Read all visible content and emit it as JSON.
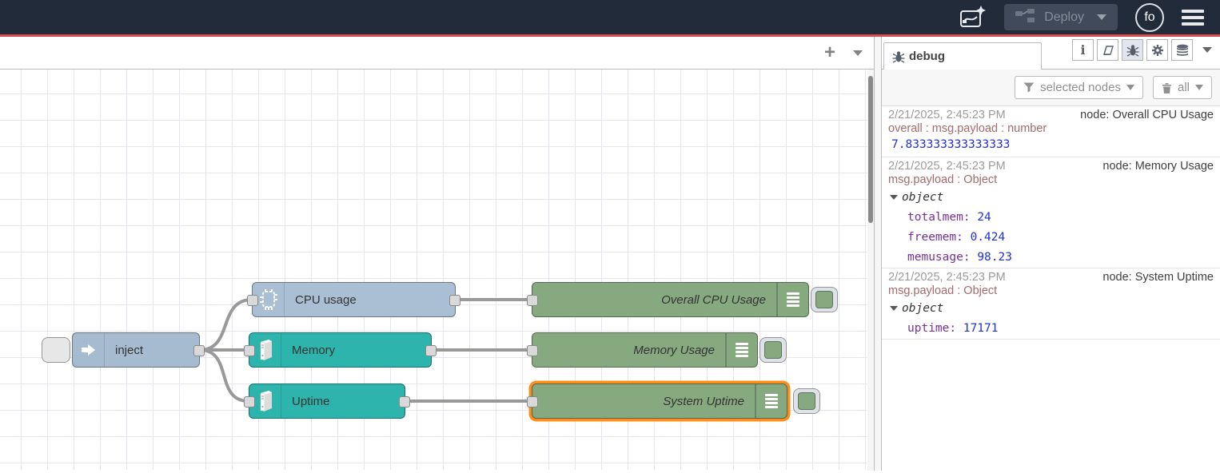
{
  "header": {
    "deploy_label": "Deploy",
    "avatar_initials": "fo"
  },
  "canvas": {
    "nodes": {
      "inject": {
        "label": "inject"
      },
      "cpu": {
        "label": "CPU usage"
      },
      "memory": {
        "label": "Memory"
      },
      "uptime": {
        "label": "Uptime"
      },
      "debug_cpu": {
        "label": "Overall CPU Usage"
      },
      "debug_mem": {
        "label": "Memory Usage"
      },
      "debug_uptime": {
        "label": "System Uptime"
      }
    }
  },
  "sidebar": {
    "tab_label": "debug",
    "filter_label": "selected nodes",
    "clear_label": "all",
    "messages": [
      {
        "timestamp": "2/21/2025, 2:45:23 PM",
        "node": "node: Overall CPU Usage",
        "path": "overall : msg.payload : number",
        "value": "7.833333333333333"
      },
      {
        "timestamp": "2/21/2025, 2:45:23 PM",
        "node": "node: Memory Usage",
        "path": "msg.payload : Object",
        "object_label": "object",
        "fields": [
          {
            "key": "totalmem:",
            "value": "24"
          },
          {
            "key": "freemem:",
            "value": "0.424"
          },
          {
            "key": "memusage:",
            "value": "98.23"
          }
        ]
      },
      {
        "timestamp": "2/21/2025, 2:45:23 PM",
        "node": "node: System Uptime",
        "path": "msg.payload : Object",
        "object_label": "object",
        "fields": [
          {
            "key": "uptime:",
            "value": "17171"
          }
        ]
      }
    ]
  },
  "colors": {
    "header_bg": "#222b3a",
    "header_accent_line": "#d64b4b",
    "inject_node": "#a6bbcf",
    "cpu_node": "#aabfd4",
    "os_node": "#2db5ad",
    "debug_node": "#87a980",
    "selected_outline": "#ff8d1a",
    "wire": "#999999",
    "key_color": "#792e9c",
    "value_color": "#2030d8",
    "path_color": "#a66a6a"
  }
}
